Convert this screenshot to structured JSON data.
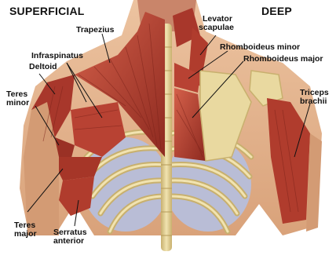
{
  "headers": {
    "left": "SUPERFICIAL",
    "right": "DEEP"
  },
  "labels": {
    "trapezius": "Trapezius",
    "infraspinatus": "Infraspinatus",
    "deltoid": "Deltoid",
    "teres_minor_1": "Teres",
    "teres_minor_2": "minor",
    "teres_major_1": "Teres",
    "teres_major_2": "major",
    "serratus_1": "Serratus",
    "serratus_2": "anterior",
    "levator_1": "Levator",
    "levator_2": "scapulae",
    "rhomboid_minor": "Rhomboideus minor",
    "rhomboid_major": "Rhomboideus major",
    "triceps_1": "Triceps",
    "triceps_2": "brachii"
  },
  "colors": {
    "muscle": "#b83a2e",
    "muscle_dark": "#8e2a20",
    "muscle_light": "#d4604a",
    "bone": "#e9d9a0",
    "bone_shadow": "#c8b06e",
    "skin": "#e2b28a",
    "lung": "#b9bdd6"
  }
}
